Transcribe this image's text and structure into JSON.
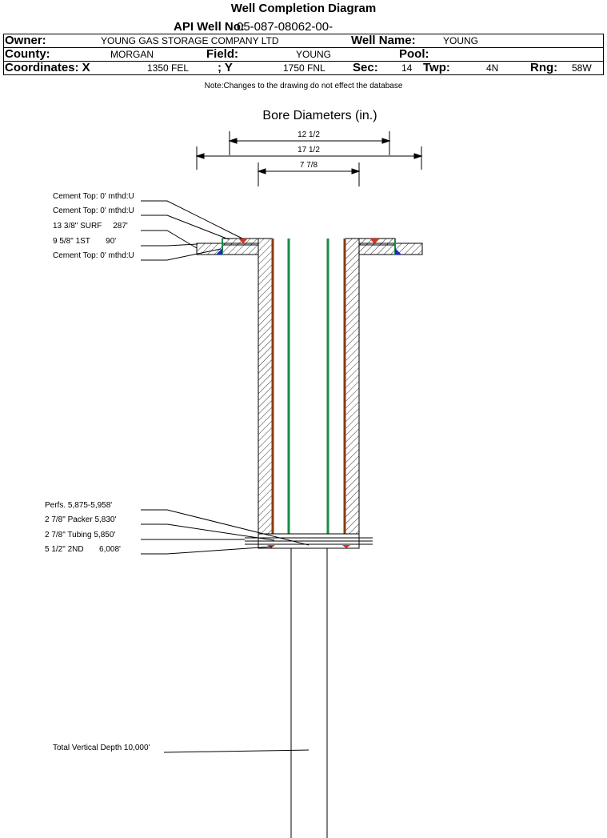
{
  "title": "Well Completion Diagram",
  "api": {
    "label": "API Well No:",
    "value": "05-087-08062-00-"
  },
  "owner": {
    "label": "Owner:",
    "value": "YOUNG GAS STORAGE COMPANY LTD"
  },
  "well_name": {
    "label": "Well Name:",
    "value": "YOUNG"
  },
  "county": {
    "label": "County:",
    "value": "MORGAN"
  },
  "field": {
    "label": "Field:",
    "value": "YOUNG"
  },
  "pool": {
    "label": "Pool:",
    "value": ""
  },
  "coord_x": {
    "label": "Coordinates: X",
    "value": "1350 FEL"
  },
  "coord_y": {
    "label": "; Y",
    "value": "1750 FNL"
  },
  "sec": {
    "label": "Sec:",
    "value": "14"
  },
  "twp": {
    "label": "Twp:",
    "value": "4N"
  },
  "rng": {
    "label": "Rng:",
    "value": "58W"
  },
  "note": "Note:Changes to the drawing do not effect the database",
  "bore": {
    "title": "Bore Diameters (in.)",
    "dims": [
      "12 1/2",
      "17 1/2",
      "7 7/8"
    ]
  },
  "callouts_top": [
    "Cement Top: 0' mthd:U",
    "Cement Top: 0' mthd:U",
    "13 3/8\" SURF     287'",
    "9 5/8\" 1ST       90'",
    "Cement Top: 0' mthd:U"
  ],
  "callouts_bottom": [
    "Perfs. 5,875-5,958'",
    "2 7/8\" Packer 5,830'",
    "2 7/8\" Tubing 5,850'",
    "5 1/2\" 2ND       6,008'"
  ],
  "total_depth": "Total Vertical Depth 10,000'",
  "colors": {
    "casing_brown": "#8B3A0F",
    "tubing_green": "#1A8A4A",
    "cement_red": "#E03020",
    "cement_blue": "#1030D0"
  }
}
